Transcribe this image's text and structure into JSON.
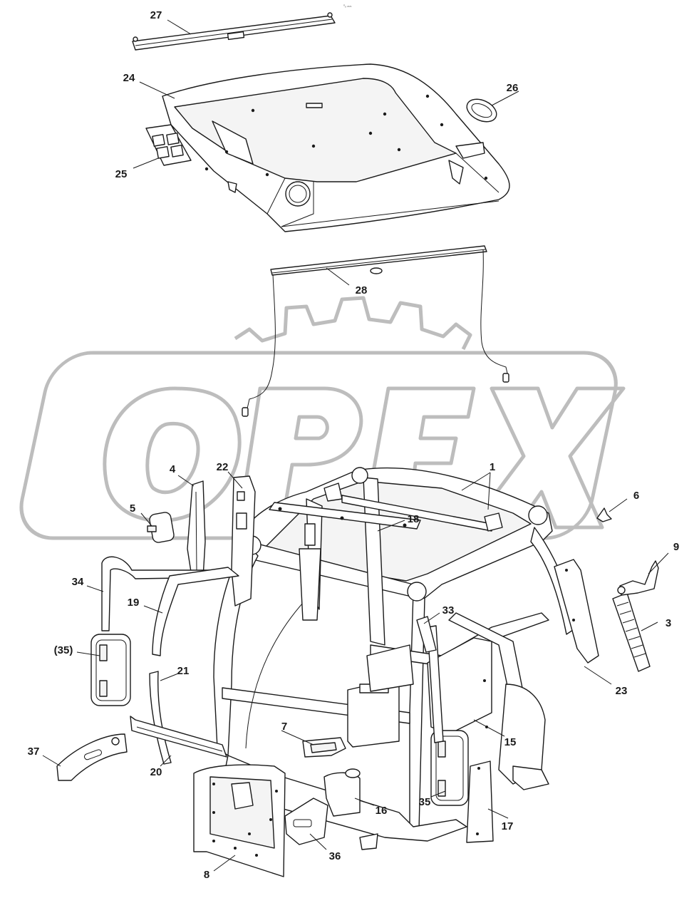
{
  "sheet": {
    "corner_note": "⁰ₒ ₘₘ",
    "watermark_text": "OPEX"
  },
  "callouts": [
    {
      "id": "c27",
      "label": "27"
    },
    {
      "id": "c24",
      "label": "24"
    },
    {
      "id": "c26",
      "label": "26"
    },
    {
      "id": "c25",
      "label": "25"
    },
    {
      "id": "c28",
      "label": "28"
    },
    {
      "id": "c1",
      "label": "1"
    },
    {
      "id": "c4",
      "label": "4"
    },
    {
      "id": "c22",
      "label": "22"
    },
    {
      "id": "c6",
      "label": "6"
    },
    {
      "id": "c5",
      "label": "5"
    },
    {
      "id": "c18",
      "label": "18"
    },
    {
      "id": "c9",
      "label": "9"
    },
    {
      "id": "c34",
      "label": "34"
    },
    {
      "id": "c19",
      "label": "19"
    },
    {
      "id": "c33",
      "label": "33"
    },
    {
      "id": "c3",
      "label": "3"
    },
    {
      "id": "c35p",
      "label": "(35)"
    },
    {
      "id": "c21",
      "label": "21"
    },
    {
      "id": "c23",
      "label": "23"
    },
    {
      "id": "c7",
      "label": "7"
    },
    {
      "id": "c15",
      "label": "15"
    },
    {
      "id": "c37",
      "label": "37"
    },
    {
      "id": "c20",
      "label": "20"
    },
    {
      "id": "c16",
      "label": "16"
    },
    {
      "id": "c35",
      "label": "35"
    },
    {
      "id": "c17",
      "label": "17"
    },
    {
      "id": "c36",
      "label": "36"
    },
    {
      "id": "c8",
      "label": "8"
    }
  ]
}
